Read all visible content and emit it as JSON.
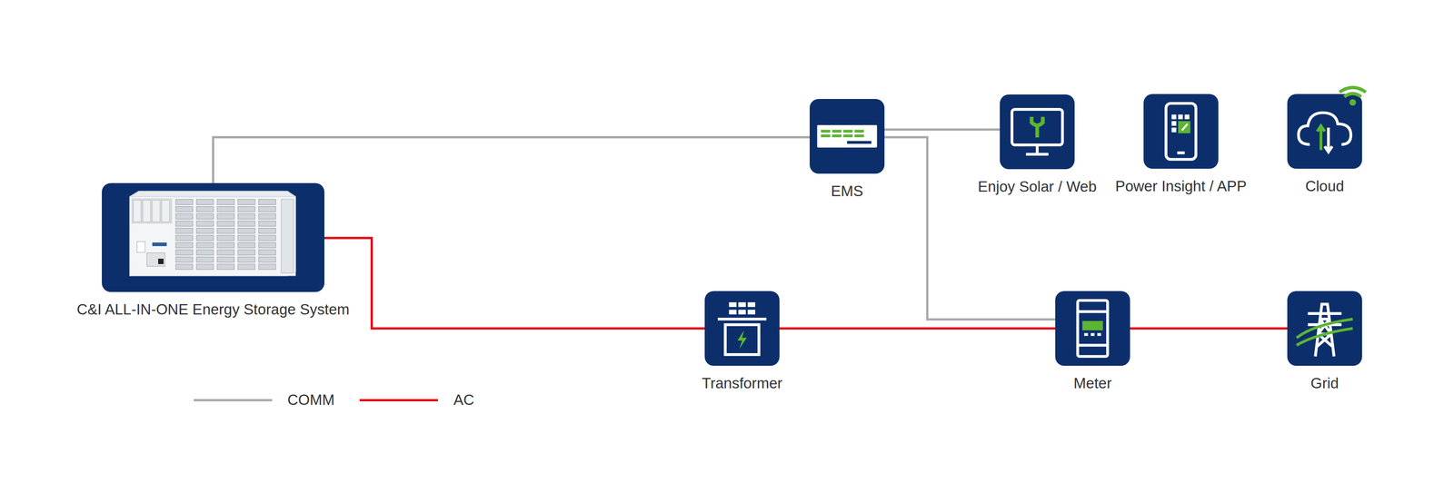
{
  "diagram": {
    "nodes": [
      {
        "text": [
          "C&I ALL-IN-ONE Energy Storage System"
        ]
      },
      {
        "text": [
          "EMS"
        ]
      },
      {
        "text": [
          "Enjoy Solar / Web"
        ]
      },
      {
        "text": [
          "Power Insight / APP"
        ]
      },
      {
        "text": [
          "Cloud"
        ]
      },
      {
        "text": [
          "Transformer"
        ]
      },
      {
        "text": [
          "Meter"
        ]
      },
      {
        "text": [
          "Grid"
        ]
      }
    ],
    "edges": [
      {
        "from": 0,
        "to": 1,
        "arrow": "none"
      },
      {
        "from": 1,
        "to": 2,
        "arrow": "none"
      },
      {
        "from": 1,
        "to": 6,
        "arrow": "none"
      },
      {
        "from": 0,
        "to": 5,
        "arrow": "none"
      },
      {
        "from": 5,
        "to": 6,
        "arrow": "none"
      },
      {
        "from": 6,
        "to": 7,
        "arrow": "none"
      }
    ],
    "legend": [
      {
        "text": "COMM"
      },
      {
        "text": "AC"
      }
    ]
  }
}
